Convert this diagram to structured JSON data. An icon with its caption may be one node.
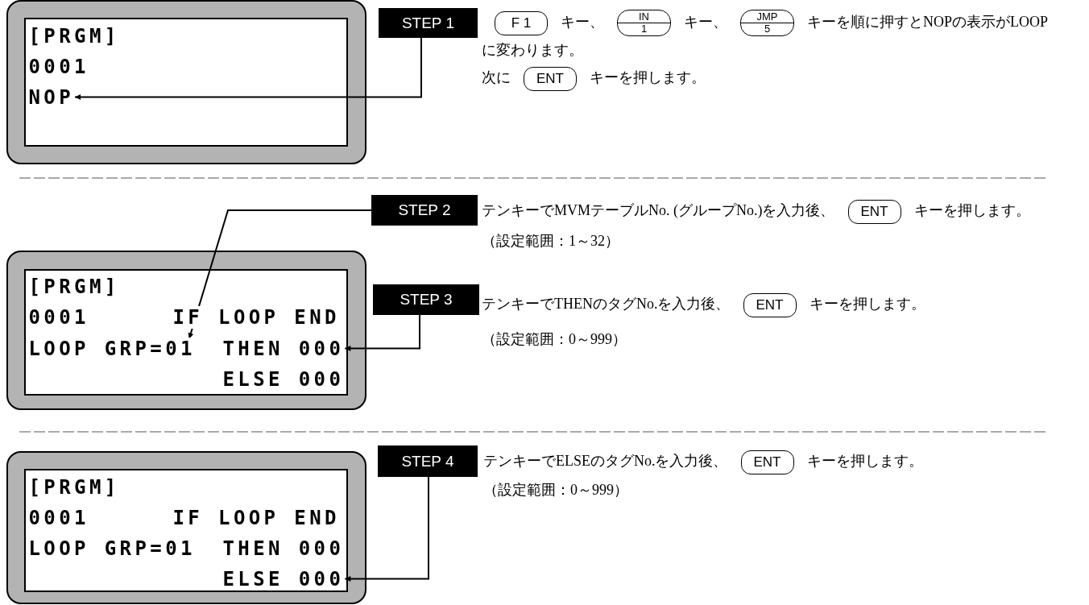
{
  "diagram": {
    "nodes": [
      {
        "text": [],
        "shape": "box"
      },
      {
        "text": [
          "[PRGM]"
        ],
        "in": 0
      },
      {
        "text": [
          "0001"
        ],
        "in": 0
      },
      {
        "text": [
          "NOP"
        ],
        "in": 0
      },
      {
        "text": [
          "STEP 1"
        ]
      },
      {
        "text": [
          "F 1"
        ]
      },
      {
        "text": [
          "IN",
          "1"
        ]
      },
      {
        "text": [
          "JMP",
          "5"
        ]
      },
      {
        "text": [
          "ENT"
        ]
      },
      {
        "text": [
          "STEP 2"
        ]
      },
      {
        "text": [
          "ENT"
        ]
      },
      {
        "text": [],
        "shape": "box"
      },
      {
        "text": [
          "[PRGM]"
        ],
        "in": 11
      },
      {
        "text": [
          "0001"
        ],
        "in": 11
      },
      {
        "text": [
          "IF LOOP END"
        ],
        "in": 11
      },
      {
        "text": [
          "LOOP GRP=01"
        ],
        "in": 11
      },
      {
        "text": [
          "THEN 000"
        ],
        "in": 11
      },
      {
        "text": [
          "ELSE 000"
        ],
        "in": 11
      },
      {
        "text": [
          "STEP 3"
        ]
      },
      {
        "text": [
          "ENT"
        ]
      },
      {
        "text": [],
        "shape": "box"
      },
      {
        "text": [
          "[PRGM]"
        ],
        "in": 20
      },
      {
        "text": [
          "0001"
        ],
        "in": 20
      },
      {
        "text": [
          "IF LOOP END"
        ],
        "in": 20
      },
      {
        "text": [
          "LOOP GRP=01"
        ],
        "in": 20
      },
      {
        "text": [
          "THEN 000"
        ],
        "in": 20
      },
      {
        "text": [
          "ELSE 000"
        ],
        "in": 20
      },
      {
        "text": [
          "STEP 4"
        ]
      },
      {
        "text": [
          "ENT"
        ]
      }
    ],
    "edges": [
      {
        "from": 4,
        "to": 3,
        "arrow": "to"
      },
      {
        "from": 9,
        "to": 15,
        "arrow": "to"
      },
      {
        "from": 18,
        "to": 16,
        "arrow": "to"
      },
      {
        "from": 27,
        "to": 26,
        "arrow": "to"
      }
    ],
    "labels": [
      "キー、",
      "キー、",
      "キーを順に押すとNOPの表示がLOOPに変わります。",
      "次に",
      "キーを押します。",
      "テンキーでMVMテーブルNo. (グループNo.)を入力後、",
      "キーを押します。（設定範囲：1～32）",
      "テンキーでTHENのタグNo.を入力後、",
      "キーを押します。",
      "（設定範囲：0～999）",
      "テンキーでELSEのタグNo.を入力後、",
      "キーを押します。",
      "（設定範囲：0～999）"
    ]
  }
}
